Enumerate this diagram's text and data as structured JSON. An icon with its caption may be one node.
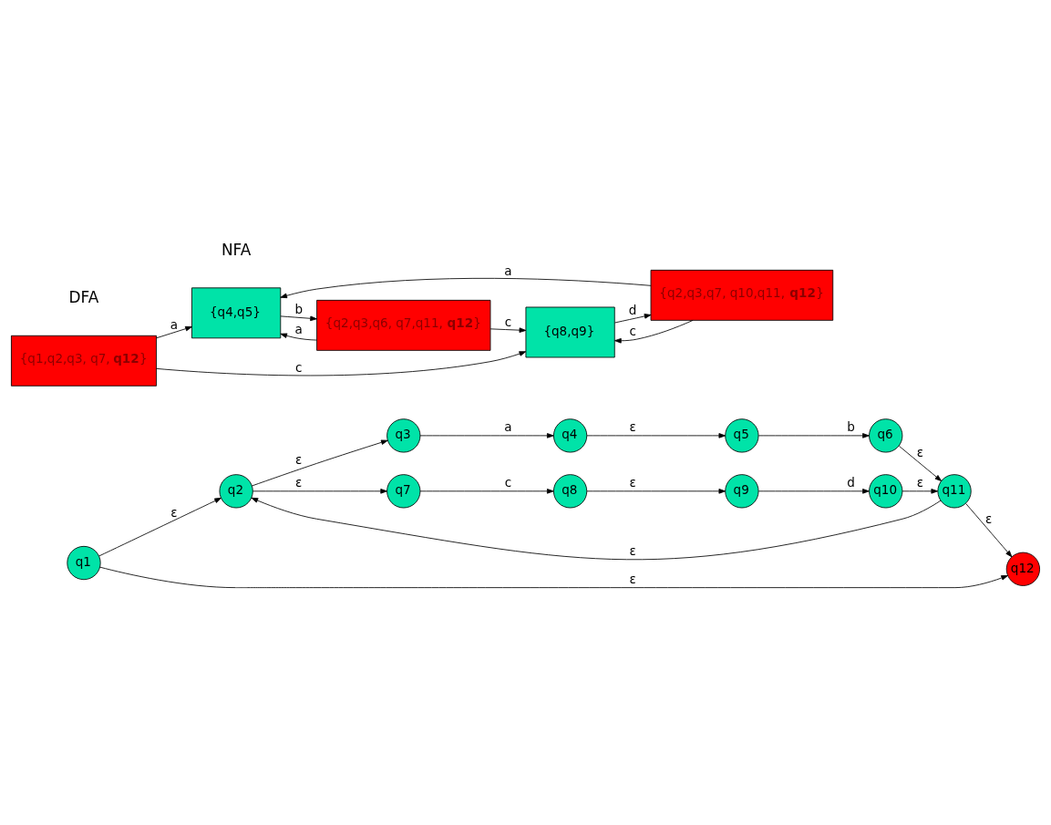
{
  "diagram": {
    "nodes": [
      {
        "text": [
          "q1"
        ]
      },
      {
        "text": [
          "q2"
        ]
      },
      {
        "text": [
          "q3"
        ]
      },
      {
        "text": [
          "q4"
        ]
      },
      {
        "text": [
          "q5"
        ]
      },
      {
        "text": [
          "q6"
        ]
      },
      {
        "text": [
          "q7"
        ]
      },
      {
        "text": [
          "q8"
        ]
      },
      {
        "text": [
          "q9"
        ]
      },
      {
        "text": [
          "q10"
        ]
      },
      {
        "text": [
          "q11"
        ]
      },
      {
        "text": [
          "q12"
        ]
      },
      {
        "text": [
          "{q1,q2,q3, q7,**q12**}"
        ]
      },
      {
        "text": [
          "{q4,q5}"
        ]
      },
      {
        "text": [
          "{q2,q3,q6, q7,q11,**q12**}"
        ]
      },
      {
        "text": [
          "{q8,q9}"
        ]
      },
      {
        "text": [
          "{q2,q3,q7, q10,q11,**q12**}"
        ]
      }
    ],
    "edges": [
      {
        "from": 0,
        "to": 1,
        "arrow": "to",
        "label": "ε"
      },
      {
        "from": 0,
        "to": 11,
        "arrow": "to",
        "label": "ε"
      },
      {
        "from": 10,
        "to": 1,
        "arrow": "to",
        "label": "ε"
      },
      {
        "from": 1,
        "to": 2,
        "arrow": "to",
        "label": "ε"
      },
      {
        "from": 1,
        "to": 6,
        "arrow": "to",
        "label": "ε"
      },
      {
        "from": 2,
        "to": 3,
        "arrow": "to",
        "label": "a"
      },
      {
        "from": 3,
        "to": 4,
        "arrow": "to",
        "label": "ε"
      },
      {
        "from": 4,
        "to": 5,
        "arrow": "to",
        "label": "b"
      },
      {
        "from": 5,
        "to": 10,
        "arrow": "to",
        "label": "ε"
      },
      {
        "from": 6,
        "to": 7,
        "arrow": "to",
        "label": "c"
      },
      {
        "from": 7,
        "to": 8,
        "arrow": "to",
        "label": "ε"
      },
      {
        "from": 8,
        "to": 9,
        "arrow": "to",
        "label": "d"
      },
      {
        "from": 9,
        "to": 10,
        "arrow": "to",
        "label": "ε"
      },
      {
        "from": 10,
        "to": 11,
        "arrow": "to",
        "label": "ε"
      },
      {
        "from": 12,
        "to": 13,
        "arrow": "to",
        "label": "a"
      },
      {
        "from": 12,
        "to": 15,
        "arrow": "to",
        "label": "c"
      },
      {
        "from": 13,
        "to": 14,
        "arrow": "to",
        "label": "b"
      },
      {
        "from": 14,
        "to": 13,
        "arrow": "to",
        "label": "a"
      },
      {
        "from": 14,
        "to": 15,
        "arrow": "to",
        "label": "c"
      },
      {
        "from": 15,
        "to": 16,
        "arrow": "to",
        "label": "d"
      },
      {
        "from": 16,
        "to": 13,
        "arrow": "to",
        "label": "a"
      },
      {
        "from": 16,
        "to": 15,
        "arrow": "to",
        "label": "c"
      }
    ],
    "labels": [
      "NFA",
      "DFA"
    ]
  }
}
